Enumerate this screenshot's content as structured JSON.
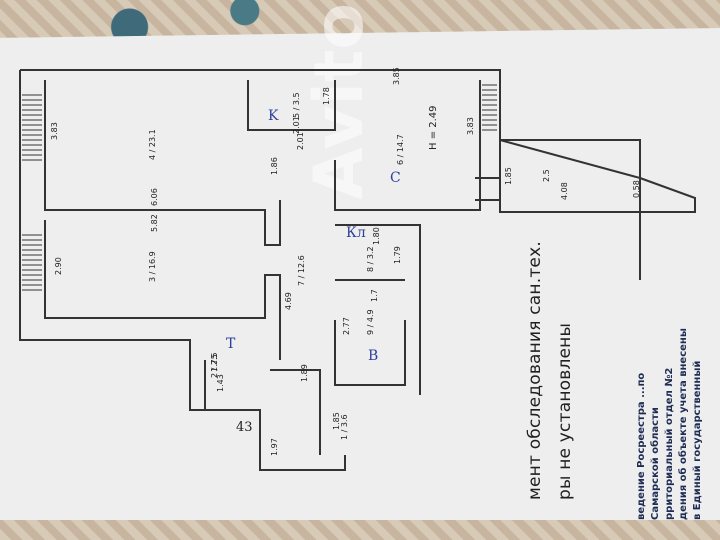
{
  "rooms": [
    {
      "number": "1",
      "area": "3.6"
    },
    {
      "number": "2",
      "area": "2.5"
    },
    {
      "number": "3",
      "area": "16.9"
    },
    {
      "number": "4",
      "area": "23.1"
    },
    {
      "number": "5",
      "area": "3.5"
    },
    {
      "number": "6",
      "area": "14.7"
    },
    {
      "number": "7",
      "area": "12.6"
    },
    {
      "number": "8",
      "area": "3.2"
    },
    {
      "number": "9",
      "area": "4.9"
    }
  ],
  "balcony_area": "2.5",
  "height_label": "H = 2.49",
  "dims": {
    "d383a": "3.83",
    "d606": "6.06",
    "d582": "5.82",
    "d290": "2.90",
    "d385": "3.85",
    "d186": "1.86",
    "d201a": "2.01",
    "d201b": "2.01",
    "d178": "1.78",
    "d383b": "3.83",
    "d185a": "1.85",
    "d408": "4.08",
    "d058": "0.58",
    "d180": "1.80",
    "d179": "1.79",
    "d17": "1.7",
    "d277": "2.77",
    "d469": "4.69",
    "d175": "1.75",
    "d143": "1.43",
    "d189": "1.89",
    "d197": "1.97",
    "d185b": "1.85"
  },
  "handwritten": {
    "k1": "K",
    "t": "T",
    "b": "В",
    "c": "С",
    "k2": "Кл",
    "n43": "43"
  },
  "notes": {
    "line1": "мент обследования сан.тех.",
    "line2": "ры не установлены"
  },
  "stamp": {
    "l1": "ведение Росреестра ...по",
    "l2": "Самарской области",
    "l3": "рриториальный отдел №2",
    "l4": "дения об объекте учета внесены",
    "l5": "в Единый государственный"
  },
  "watermark": "Avito"
}
